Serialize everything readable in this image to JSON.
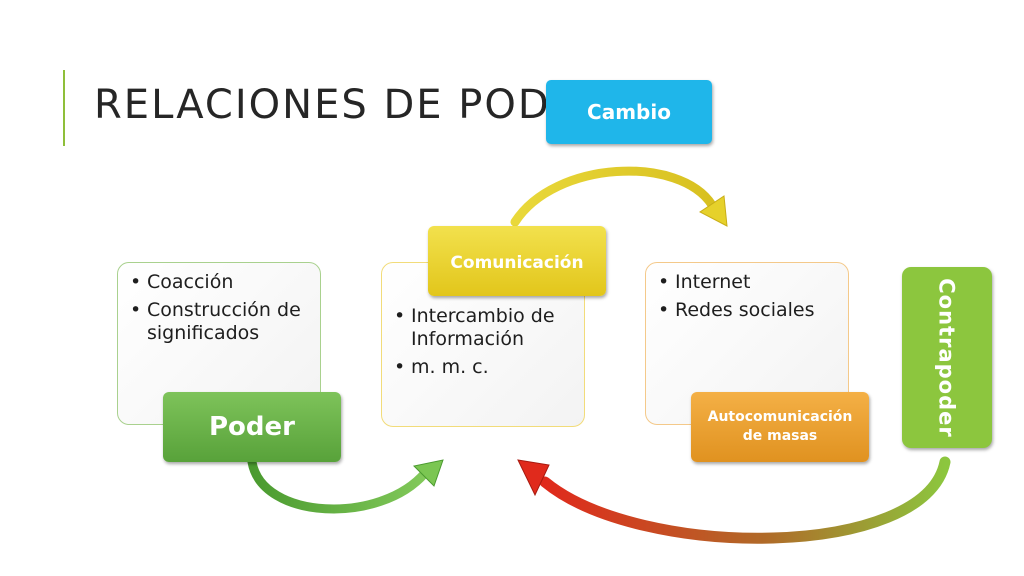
{
  "title": "RELACIONES DE PODER",
  "cards": [
    {
      "label": "Poder",
      "items": [
        "Coacción",
        "Construcción de significados"
      ]
    },
    {
      "label": "Comunicación",
      "items": [
        "Intercambio de Información",
        "m. m. c."
      ]
    },
    {
      "label": "Autocomunicación de masas",
      "items": [
        "Internet",
        "Redes sociales"
      ]
    }
  ],
  "cambio": "Cambio",
  "contrapoder": "Contrapoder",
  "colors": {
    "green": "#70ad47",
    "yellow": "#e8d32a",
    "orange": "#eea02f",
    "blue": "#1fb6ea",
    "lime": "#8cc63e",
    "red": "#e02a1c",
    "accent": "#8fbf3a"
  }
}
